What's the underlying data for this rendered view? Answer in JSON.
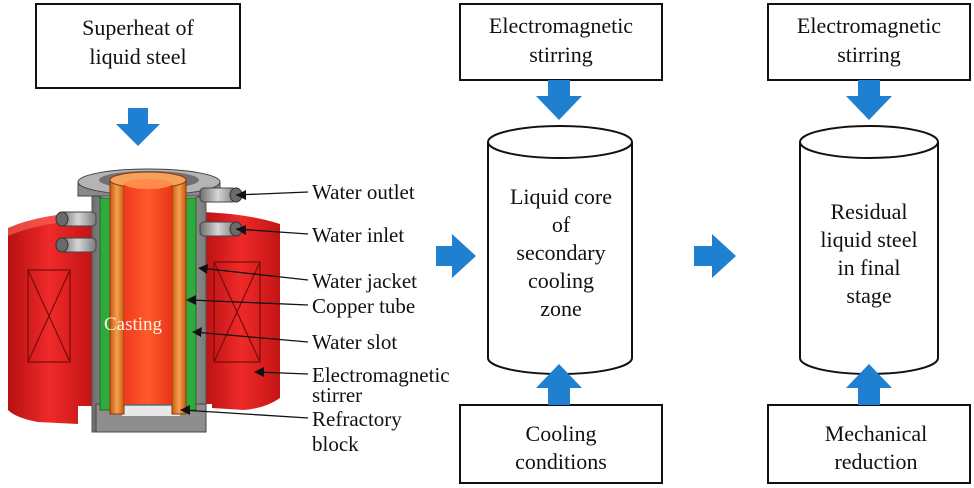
{
  "boxes": {
    "superheat": [
      "Superheat of",
      "liquid steel"
    ],
    "em_stirring_1": [
      "Electromagnetic",
      "stirring"
    ],
    "em_stirring_2": [
      "Electromagnetic",
      "stirring"
    ],
    "cooling": [
      "Cooling",
      "conditions"
    ],
    "mechanical": [
      "Mechanical",
      "reduction"
    ]
  },
  "cylinders": {
    "secondary": [
      "Liquid core",
      "of",
      "secondary",
      "cooling",
      "zone"
    ],
    "final": [
      "Residual",
      "liquid steel",
      "in final",
      "stage"
    ]
  },
  "mold": {
    "casting_label": "Casting",
    "callouts": {
      "water_outlet": [
        "Water outlet"
      ],
      "water_inlet": [
        "Water inlet"
      ],
      "water_jacket": [
        "Water jacket"
      ],
      "copper_tube": [
        "Copper tube"
      ],
      "water_slot": [
        "Water slot"
      ],
      "em_stirrer": [
        "Electromagnetic",
        "stirrer"
      ],
      "refractory": [
        "Refractory",
        "block"
      ]
    }
  },
  "colors": {
    "arrow": "#1f7fd0",
    "stirrer_red": "#e32020",
    "copper": "#e8781e",
    "water": "#2faa3c",
    "steel_gray": "#9a9a9a"
  }
}
